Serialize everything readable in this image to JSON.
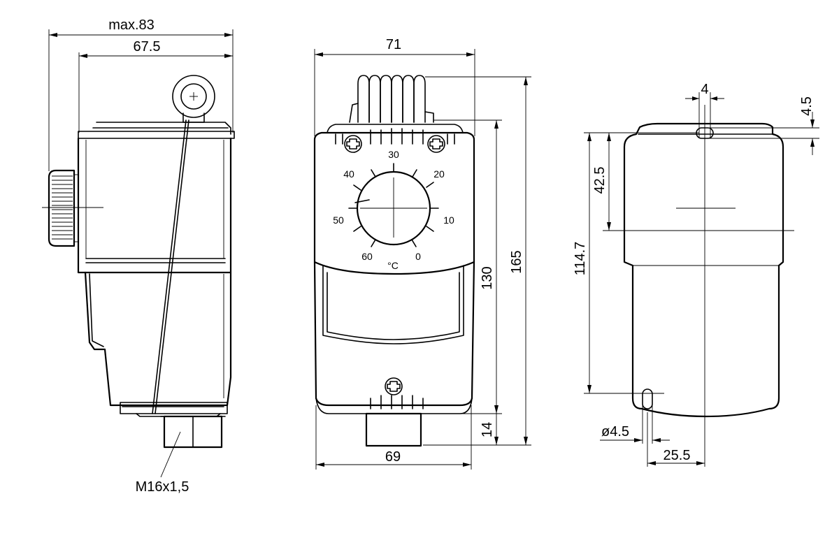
{
  "side_view": {
    "dim_max": "max.83",
    "dim_body": "67.5",
    "thread_label": "M16x1,5"
  },
  "front_view": {
    "dim_width_top": "71",
    "dim_width_bottom": "69",
    "dim_height_130": "130",
    "dim_height_165": "165",
    "dim_gland": "14",
    "scale_labels": [
      "30",
      "20",
      "10",
      "0",
      "60",
      "50",
      "40"
    ],
    "unit": "°C"
  },
  "back_view": {
    "dim_slot_width": "4",
    "dim_slot_height": "4.5",
    "dim_42_5": "42.5",
    "dim_114_7": "114.7",
    "dim_hole": "ø4.5",
    "dim_25_5": "25.5"
  }
}
